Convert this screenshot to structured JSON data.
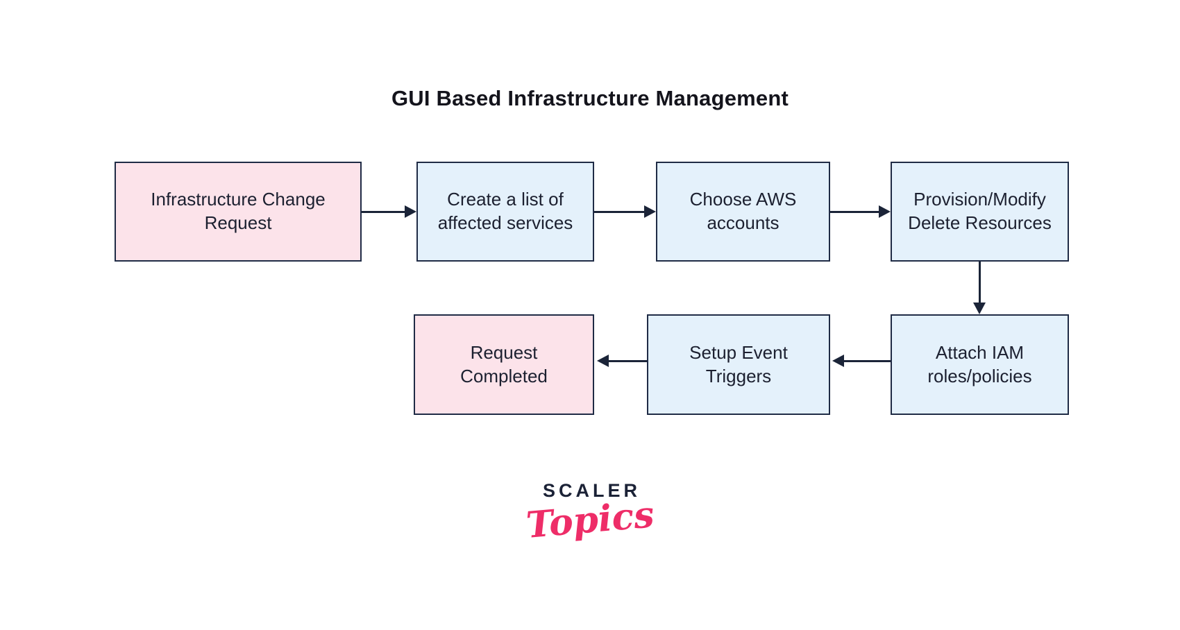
{
  "diagram": {
    "title": "GUI Based Infrastructure Management",
    "nodes": [
      {
        "id": "infrastructure-change-request",
        "label": "Infrastructure Change\nRequest",
        "type": "terminal",
        "fill": "#fce3ea"
      },
      {
        "id": "create-affected-services-list",
        "label": "Create a list of\naffected services",
        "type": "process",
        "fill": "#e4f1fb"
      },
      {
        "id": "choose-aws-accounts",
        "label": "Choose AWS\naccounts",
        "type": "process",
        "fill": "#e4f1fb"
      },
      {
        "id": "provision-modify-delete-resources",
        "label": "Provision/Modify\nDelete Resources",
        "type": "process",
        "fill": "#e4f1fb"
      },
      {
        "id": "attach-iam-roles-policies",
        "label": "Attach IAM\nroles/policies",
        "type": "process",
        "fill": "#e4f1fb"
      },
      {
        "id": "setup-event-triggers",
        "label": "Setup Event\nTriggers",
        "type": "process",
        "fill": "#e4f1fb"
      },
      {
        "id": "request-completed",
        "label": "Request\nCompleted",
        "type": "terminal",
        "fill": "#fce3ea"
      }
    ],
    "edges": [
      {
        "from": "infrastructure-change-request",
        "to": "create-affected-services-list",
        "direction": "right"
      },
      {
        "from": "create-affected-services-list",
        "to": "choose-aws-accounts",
        "direction": "right"
      },
      {
        "from": "choose-aws-accounts",
        "to": "provision-modify-delete-resources",
        "direction": "right"
      },
      {
        "from": "provision-modify-delete-resources",
        "to": "attach-iam-roles-policies",
        "direction": "down"
      },
      {
        "from": "attach-iam-roles-policies",
        "to": "setup-event-triggers",
        "direction": "left"
      },
      {
        "from": "setup-event-triggers",
        "to": "request-completed",
        "direction": "left"
      }
    ],
    "colors": {
      "terminal_fill": "#fce3ea",
      "process_fill": "#e4f1fb",
      "node_border": "#1f2b45",
      "arrow": "#1b2438",
      "node_text": "#1c2030",
      "title_text": "#14141c"
    }
  },
  "logo": {
    "brand": "SCALER",
    "sub_brand": "Topics",
    "brand_color": "#1b2236",
    "sub_brand_color": "#ee2d68"
  }
}
